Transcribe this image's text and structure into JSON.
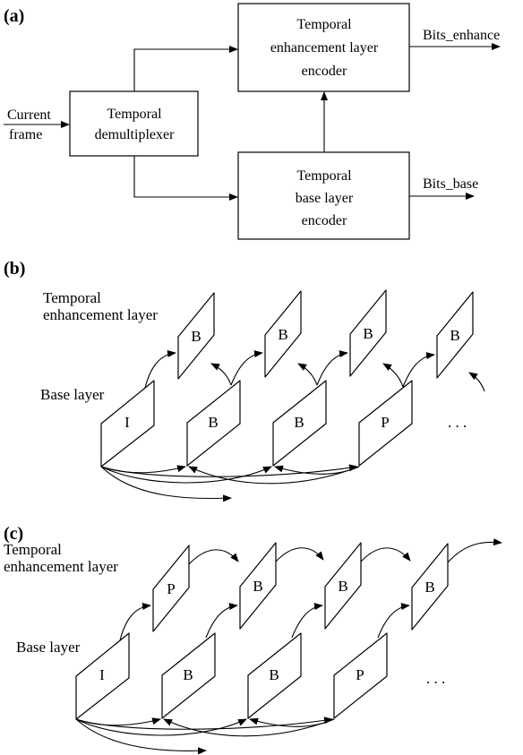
{
  "panel_a": {
    "label": "(a)",
    "input_line1": "Current",
    "input_line2": "frame",
    "demux_line1": "Temporal",
    "demux_line2": "demultiplexer",
    "enh_line1": "Temporal",
    "enh_line2": "enhancement layer",
    "enh_line3": "encoder",
    "base_line1": "Temporal",
    "base_line2": "base layer",
    "base_line3": "encoder",
    "out_enh": "Bits_enhance",
    "out_base": "Bits_base"
  },
  "panel_b": {
    "label": "(b)",
    "enh_line1": "Temporal",
    "enh_line2": "enhancement layer",
    "base_label": "Base layer",
    "enh_frames": [
      "B",
      "B",
      "B",
      "B"
    ],
    "base_frames": [
      "I",
      "B",
      "B",
      "P"
    ],
    "ellipsis": ". . ."
  },
  "panel_c": {
    "label": "(c)",
    "enh_line1": "Temporal",
    "enh_line2": "enhancement layer",
    "base_label": "Base layer",
    "enh_frames": [
      "P",
      "B",
      "B",
      "B"
    ],
    "base_frames": [
      "I",
      "B",
      "B",
      "P"
    ],
    "ellipsis": ". . ."
  }
}
